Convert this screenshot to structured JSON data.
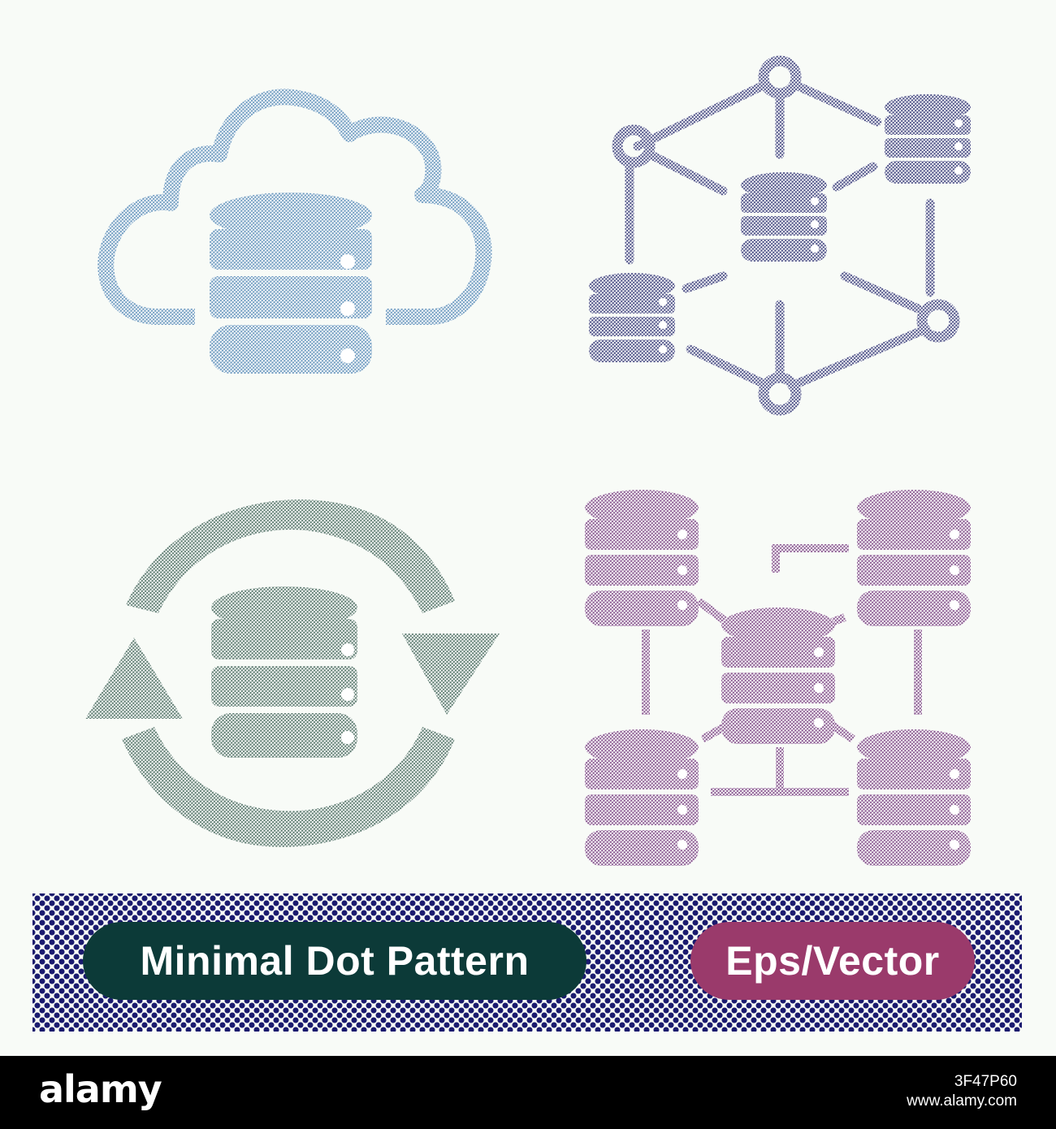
{
  "colors": {
    "cloud_icon": "#6f9cc0",
    "network_icon": "#4b4f85",
    "sync_icon": "#5e7d71",
    "cluster_icon": "#8a5a91",
    "banner_dots": "#1a1a6e",
    "pill_left": "#0c3a38",
    "pill_right": "#9a3a6b",
    "background": "#f8fbf7"
  },
  "icons": {
    "cloud": "cloud-database-icon",
    "network": "database-network-icon",
    "sync": "database-sync-icon",
    "cluster": "database-cluster-icon"
  },
  "banner": {
    "left_label": "Minimal Dot Pattern",
    "right_label": "Eps/Vector"
  },
  "footer": {
    "logo": "alamy",
    "image_id": "3F47P60",
    "site": "www.alamy.com"
  }
}
